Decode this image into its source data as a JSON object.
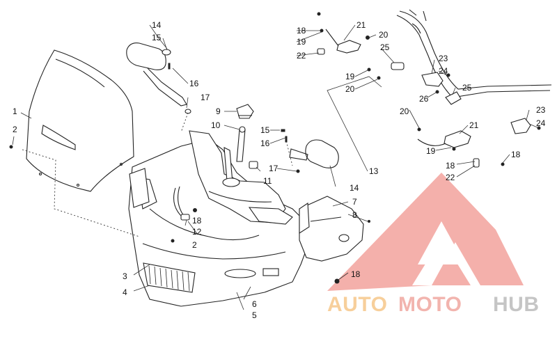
{
  "callouts": {
    "c1": "1",
    "c2a": "2",
    "c2b": "2",
    "c3": "3",
    "c4": "4",
    "c5": "5",
    "c6": "6",
    "c7": "7",
    "c8": "8",
    "c9": "9",
    "c10": "10",
    "c11": "11",
    "c12": "12",
    "c13": "13",
    "c14a": "14",
    "c14b": "14",
    "c15a": "15",
    "c15b": "15",
    "c16a": "16",
    "c16b": "16",
    "c17a": "17",
    "c17b": "17",
    "c18a": "18",
    "c18b": "18",
    "c18c": "18",
    "c18d": "18",
    "c18e": "18",
    "c19a": "19",
    "c19b": "19",
    "c19c": "19",
    "c20a": "20",
    "c20b": "20",
    "c20c": "20",
    "c21a": "21",
    "c21b": "21",
    "c22a": "22",
    "c22b": "22",
    "c23a": "23",
    "c23b": "23",
    "c24a": "24",
    "c24b": "24",
    "c25a": "25",
    "c25b": "25",
    "c26": "26"
  },
  "watermark": {
    "word_auto": "AUTO",
    "word_moto": "MOTO",
    "word_hub": "HUB",
    "color_auto": "#f6c78a",
    "color_moto": "#f0a8a0",
    "color_hub": "#bcbcbc",
    "triangle_color": "#f3a39d"
  }
}
